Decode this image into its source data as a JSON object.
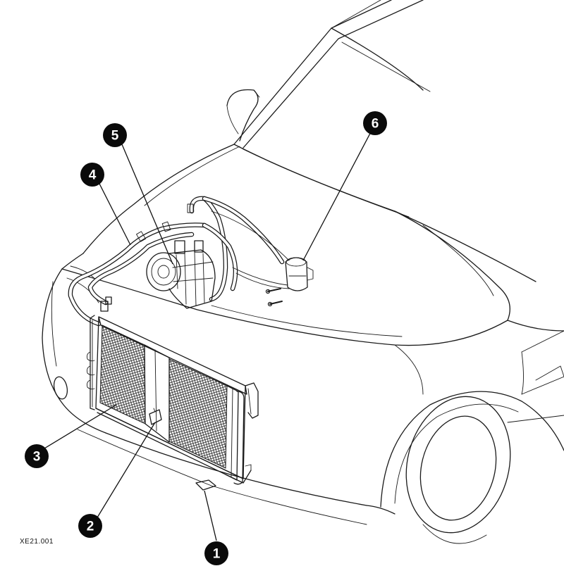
{
  "drawing_code": "XE21.001",
  "callouts": [
    {
      "number": "1"
    },
    {
      "number": "2"
    },
    {
      "number": "3"
    },
    {
      "number": "4"
    },
    {
      "number": "5"
    },
    {
      "number": "6"
    }
  ],
  "colors": {
    "line": "#1a1a1a",
    "marker": "#0a0a0a",
    "background": "#ffffff"
  }
}
